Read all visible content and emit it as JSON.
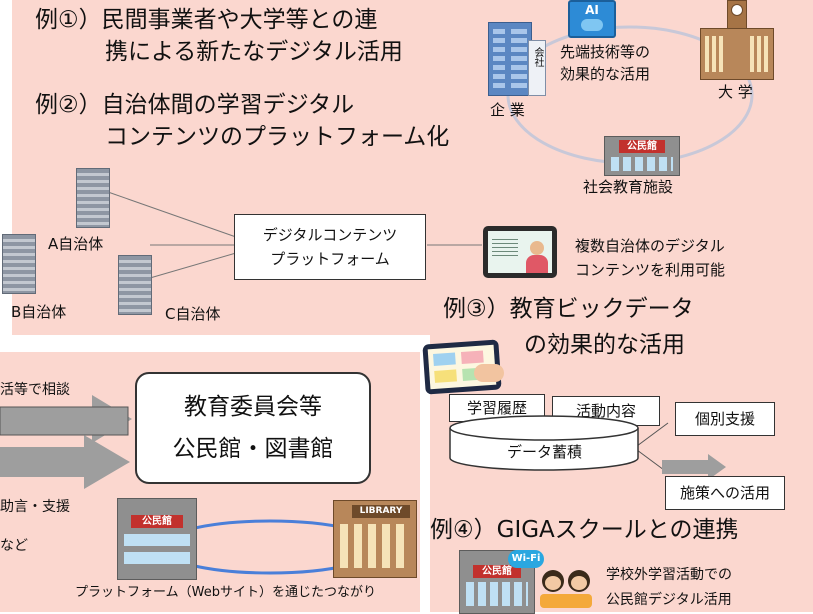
{
  "colors": {
    "panel": "#fbd7cf",
    "arrow": "#9e9e9e",
    "ring": "#c8c8d8"
  },
  "ex1": {
    "line1": "例①）民間事業者や大学等との連",
    "line2": "携による新たなデジタル活用"
  },
  "ex2": {
    "line1": "例②）自治体間の学習デジタル",
    "line2": "コンテンツのプラットフォーム化"
  },
  "collab": {
    "ai_label": "AI",
    "company_sign": "会社",
    "company": "企 業",
    "tech_line1": "先端技術等の",
    "tech_line2": "効果的な活用",
    "university": "大 学",
    "kominkan_sign": "公民館",
    "social_facility": "社会教育施設"
  },
  "platform": {
    "line1": "デジタルコンテンツ",
    "line2": "プラットフォーム",
    "a": "A自治体",
    "b": "B自治体",
    "c": "C自治体",
    "multi_line1": "複数自治体のデジタル",
    "multi_line2": "コンテンツを利用可能"
  },
  "ex3": {
    "line1": "例③）教育ビックデータ",
    "line2": "の効果的な活用",
    "study_history": "学習履歴",
    "activity": "活動内容",
    "storage": "データ蓄積",
    "support": "個別支援",
    "policy": "施策への活用"
  },
  "ex4": {
    "title": "例④）GIGAスクールとの連携",
    "wifi": "Wi-Fi",
    "kominkan_sign": "公民館",
    "line1": "学校外学習活動での",
    "line2": "公民館デジタル活用"
  },
  "board": {
    "consult": "活等で相談",
    "line1": "教育委員会等",
    "line2": "公民館・図書館",
    "advice": "助言・支援",
    "etc": "など",
    "kominkan_sign": "公民館",
    "library_sign": "LIBRARY",
    "web": "プラットフォーム（Webサイト）を通じたつながり"
  }
}
